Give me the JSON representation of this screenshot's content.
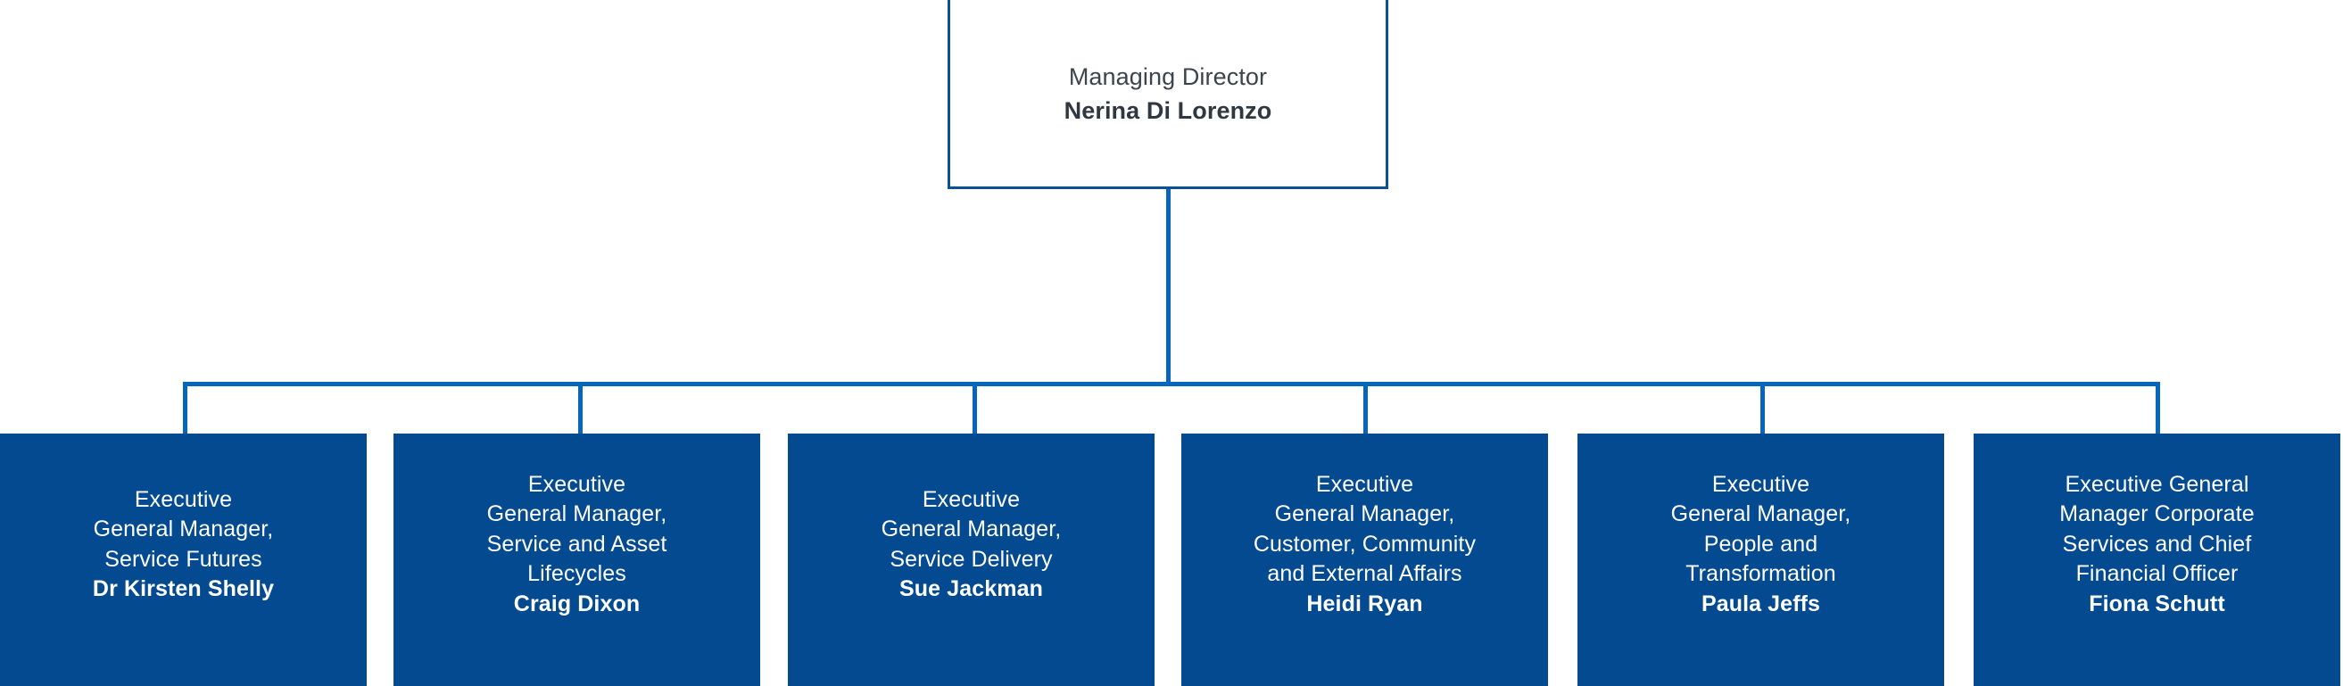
{
  "chart": {
    "type": "org-chart",
    "colors": {
      "box_fill": "#034A90",
      "box_border": "#0B5196",
      "connector": "#0766BC",
      "root_text": "#3C444D",
      "node_text": "#FFFFFF",
      "background": "#FFFFFF"
    },
    "root": {
      "title": "Managing Director",
      "name": "Nerina Di Lorenzo"
    },
    "children": [
      {
        "title_lines": [
          "Executive",
          "General Manager,",
          "Service Futures"
        ],
        "name": "Dr Kirsten Shelly"
      },
      {
        "title_lines": [
          "Executive",
          "General Manager,",
          "Service and Asset",
          "Lifecycles"
        ],
        "name": "Craig Dixon"
      },
      {
        "title_lines": [
          "Executive",
          "General Manager,",
          "Service Delivery"
        ],
        "name": "Sue Jackman"
      },
      {
        "title_lines": [
          "Executive",
          "General Manager,",
          "Customer, Community",
          "and External Affairs"
        ],
        "name": "Heidi Ryan"
      },
      {
        "title_lines": [
          "Executive",
          "General Manager,",
          "People and",
          "Transformation"
        ],
        "name": "Paula Jeffs"
      },
      {
        "title_lines": [
          "Executive General",
          "Manager Corporate",
          "Services and Chief",
          "Financial Officer"
        ],
        "name": "Fiona Schutt"
      }
    ]
  }
}
